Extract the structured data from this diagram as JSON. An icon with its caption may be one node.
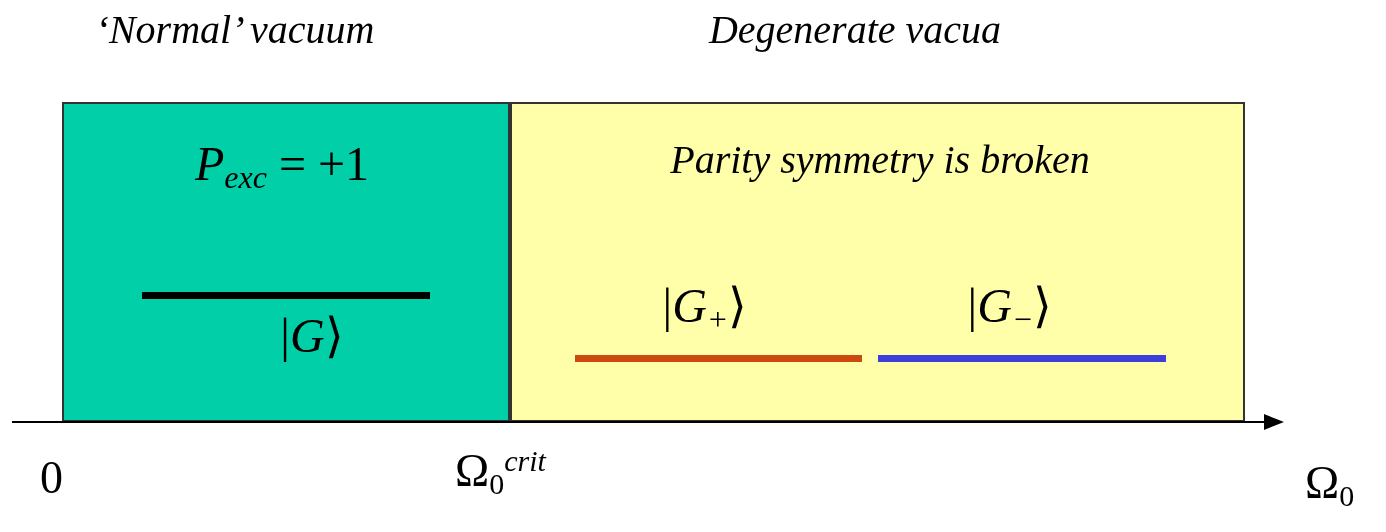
{
  "diagram": {
    "nodes": [
      {
        "text": [
          "‘Normal’ vacuum",
          "*P*$_{exc}$ = +1",
          "|*G*⟩"
        ]
      },
      {
        "text": [
          "Degenerate vacua",
          "Parity symmetry is broken",
          "|*G*$_{+}$⟩",
          "|*G*$_{−}$⟩"
        ]
      }
    ],
    "labels": [
      "0",
      "Ω$_{0}$$^{crit}$",
      "Ω$_{0}$"
    ]
  }
}
